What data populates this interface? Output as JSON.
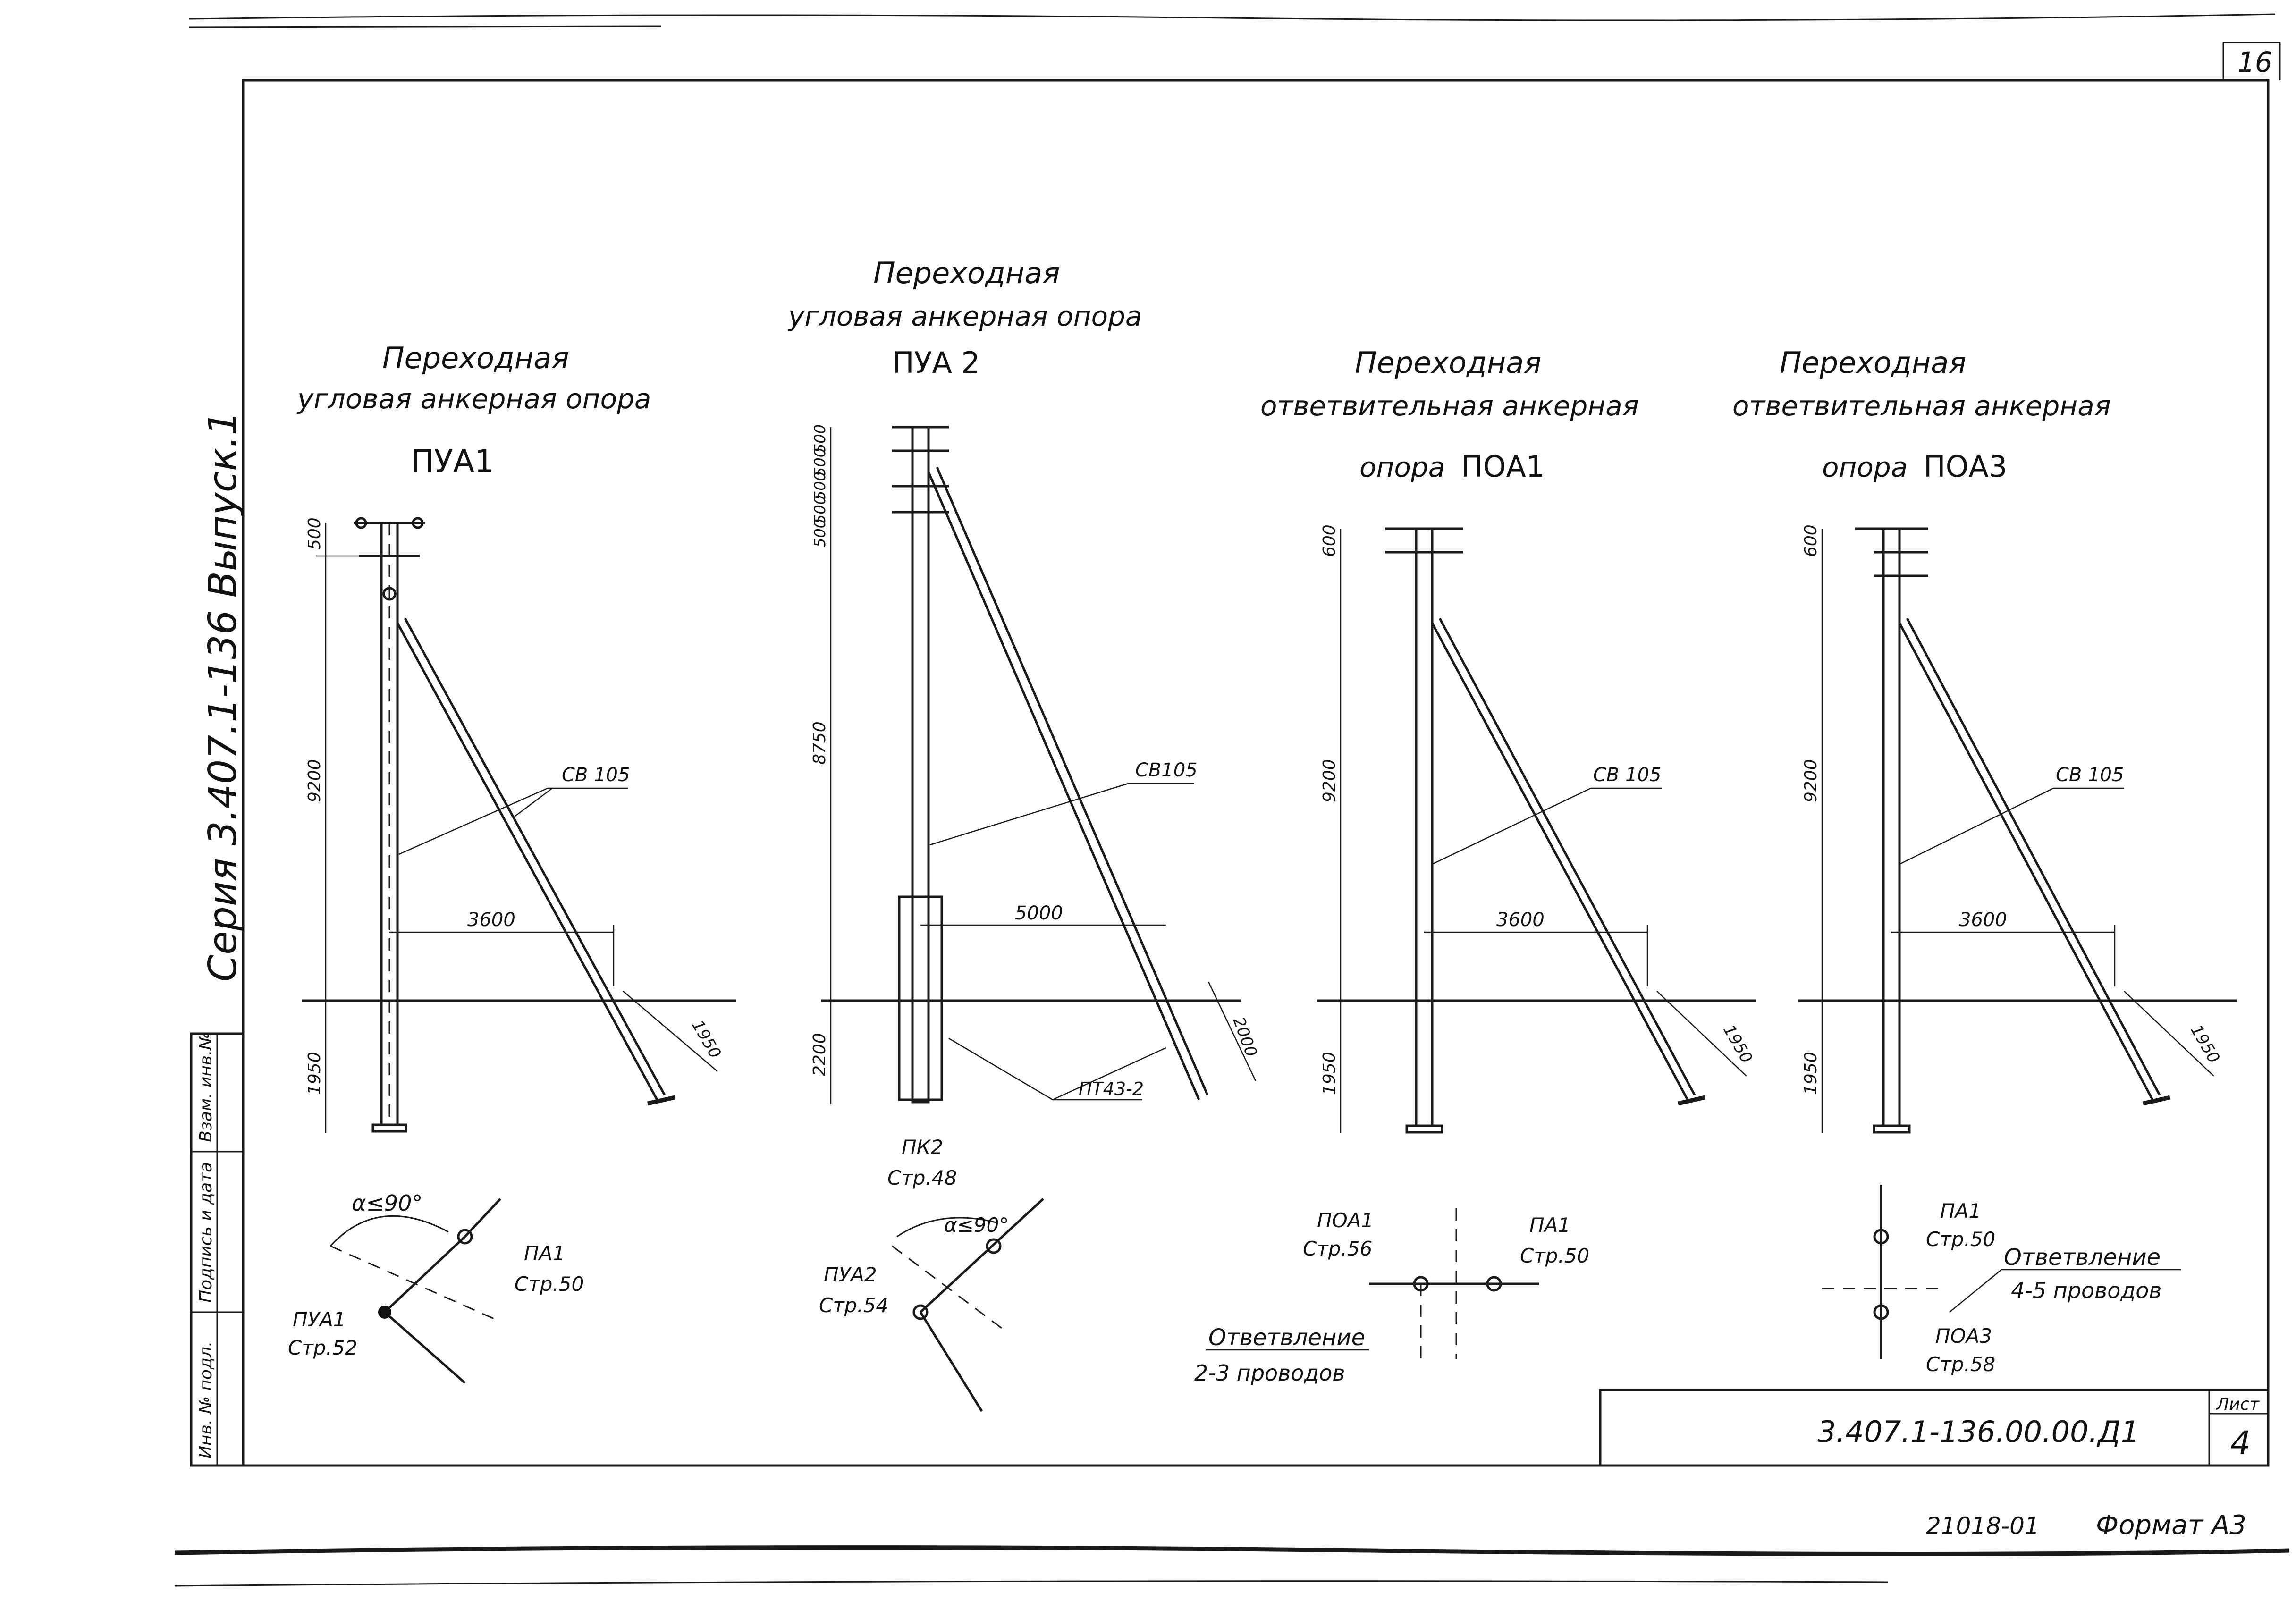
{
  "sheet": {
    "page_number": "16",
    "series_label": "Серия 3.407.1-136 Выпуск.1",
    "side_stamp": [
      "Инв. № подл.",
      "Подпись и дата",
      "Взам. инв.№"
    ],
    "doc_code": "3.407.1-136.00.00.Д1",
    "sheet_label": "Лист",
    "sheet_number": "4",
    "footer_code": "21018-01",
    "format": "Формат А3"
  },
  "poles": [
    {
      "title_lines": [
        "Переходная",
        "угловая анкерная опора"
      ],
      "code": "ПУА1",
      "dims": {
        "top": "500",
        "height": "9200",
        "spread": "3600",
        "underground": "1950",
        "strut_anchor": "1950"
      },
      "strut_label": "СВ 105",
      "plan": {
        "angle": "α≤90°",
        "ref1": "ПА1",
        "ref1_page": "Стр.50",
        "ref2": "ПУА1",
        "ref2_page": "Стр.52"
      }
    },
    {
      "title_lines": [
        "Переходная",
        "угловая анкерная опора"
      ],
      "code": "ПУА 2",
      "dims": {
        "top_a": "500",
        "top_b": "500",
        "top_c": "500",
        "top_d": "500",
        "top_e": "500",
        "height": "8750",
        "spread": "5000",
        "underground": "2200",
        "strut_anchor": "2000"
      },
      "strut_label": "СВ105",
      "base_label": "ПТ43-2",
      "plan": {
        "angle": "α≤90°",
        "ref1": "ПК2",
        "ref1_page": "Стр.48",
        "ref2": "ПУА2",
        "ref2_page": "Стр.54"
      }
    },
    {
      "title_lines": [
        "Переходная",
        "ответвительная анкерная",
        "опора"
      ],
      "code": "ПОА1",
      "dims": {
        "top": "600",
        "height": "9200",
        "spread": "3600",
        "underground": "1950",
        "strut_anchor": "1950"
      },
      "strut_label": "СВ 105",
      "plan": {
        "ref1": "ПОА1",
        "ref1_page": "Стр.56",
        "ref2": "ПА1",
        "ref2_page": "Стр.50",
        "branch": "Ответвление",
        "branch_wires": "2-3 проводов"
      }
    },
    {
      "title_lines": [
        "Переходная",
        "ответвительная анкерная",
        "опора"
      ],
      "code": "ПОА3",
      "dims": {
        "top": "600",
        "height": "9200",
        "spread": "3600",
        "underground": "1950",
        "strut_anchor": "1950"
      },
      "strut_label": "СВ 105",
      "plan": {
        "ref1": "ПА1",
        "ref1_page": "Стр.50",
        "ref2": "ПОА3",
        "ref2_page": "Стр.58",
        "branch": "Ответвление",
        "branch_wires": "4-5 проводов"
      }
    }
  ]
}
